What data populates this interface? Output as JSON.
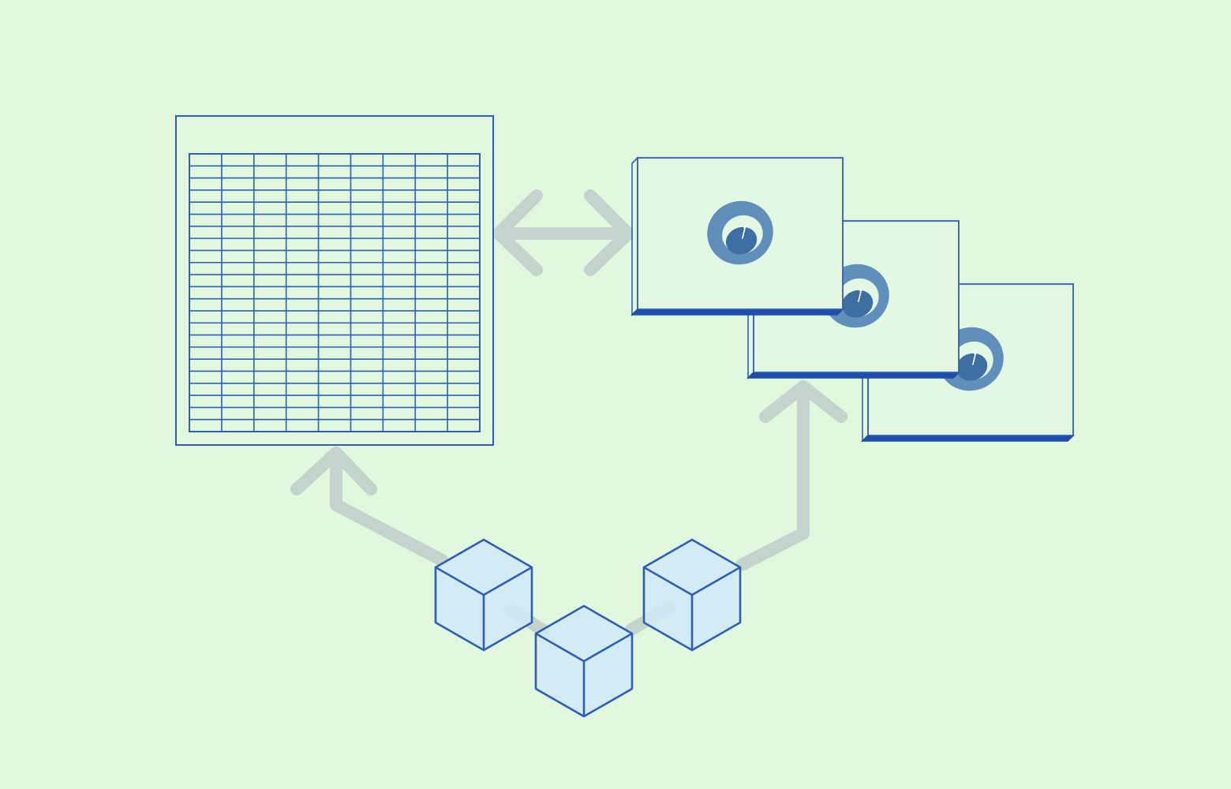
{
  "illustration": {
    "spreadsheet": {
      "columns": 9,
      "rows": 23
    },
    "dashboards": {
      "count": 3,
      "icon": "pie-chart-icon"
    },
    "blocks": {
      "count": 3,
      "icon": "cube-icon"
    },
    "connectors": {
      "spreadsheet_dashboard": "double-arrow",
      "blocks_to_spreadsheet": "arrow-up",
      "blocks_to_dashboards": "arrow-up"
    }
  },
  "colors": {
    "background": "#e1f7de",
    "line": "#2f5fb3",
    "line_dark": "#1f4ea8",
    "arrow": "#c4d3cc",
    "panel_fill": "#e3f7e2",
    "cube_fill": "#cfe9f8",
    "pie_outer": "#5f8fba",
    "pie_inner": "#3e6fa3",
    "pie_hole": "#e3f7e2"
  }
}
